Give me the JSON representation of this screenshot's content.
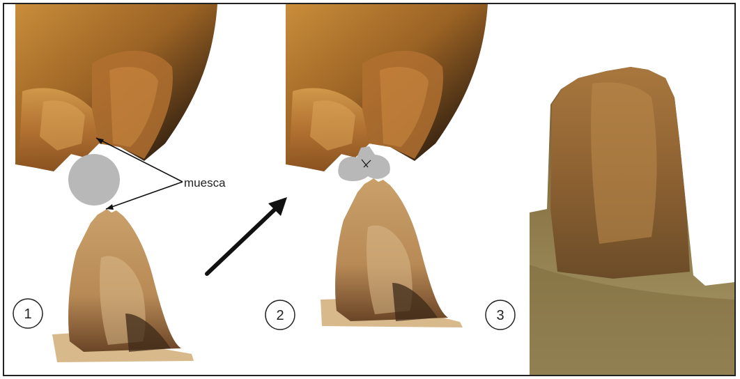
{
  "annotation": {
    "text": "muesca"
  },
  "panels": [
    {
      "id": "1",
      "label": "1"
    },
    {
      "id": "2",
      "label": "2"
    },
    {
      "id": "3",
      "label": "3"
    }
  ]
}
